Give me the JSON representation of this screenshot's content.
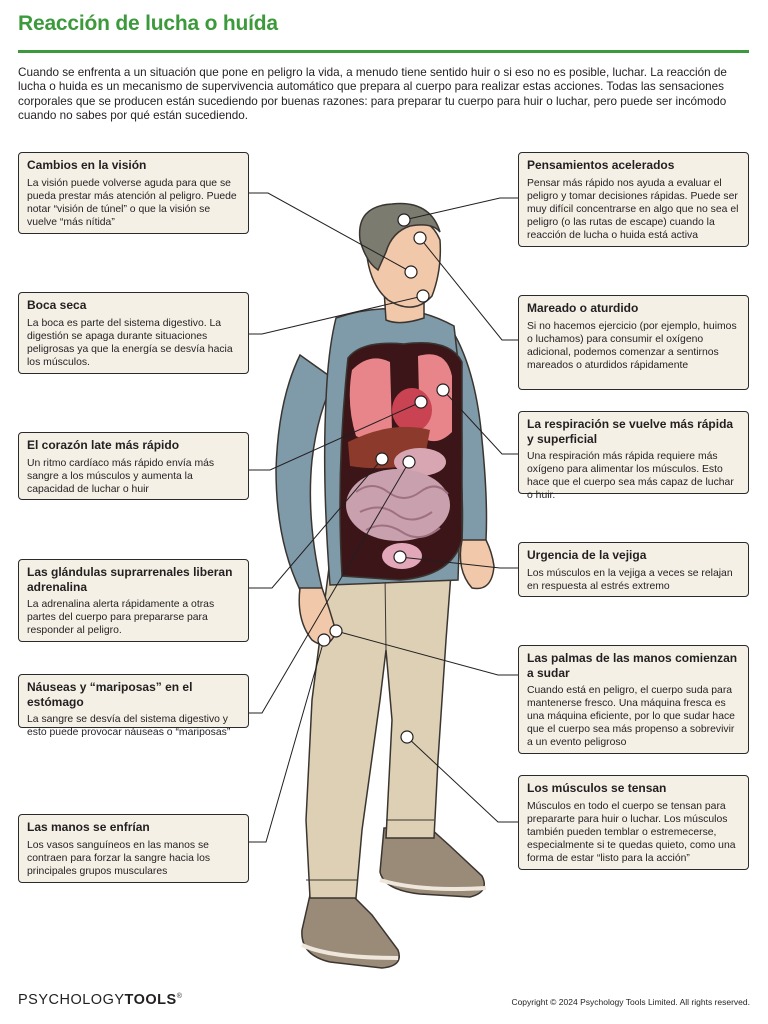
{
  "header": {
    "title": "Reacción de lucha o huída",
    "intro": "Cuando se enfrenta a un situación que pone en peligro la vida, a menudo tiene sentido huir o si eso no es posible, luchar. La reacción de lucha o huida es un mecanismo de supervivencia automático que prepara al cuerpo para realizar estas acciones. Todas las sensaciones corporales que se producen están sucediendo por buenas razones: para preparar tu cuerpo para huir o luchar, pero puede ser incómodo cuando no sabes por qué están sucediendo."
  },
  "left_cards": [
    {
      "title": "Cambios en la visión",
      "text": "La visión puede volverse aguda para que se pueda prestar más atención al peligro. Puede notar “visión de túnel” o que la visión se vuelve “más nítida”"
    },
    {
      "title": "Boca seca",
      "text": "La boca es parte del sistema digestivo. La digestión se apaga durante situaciones peligrosas ya que la energía se desvía hacia los músculos."
    },
    {
      "title": "El corazón late más rápido",
      "text": "Un ritmo cardíaco más rápido envía más sangre a los músculos y aumenta la capacidad de luchar o huir"
    },
    {
      "title": "Las glándulas suprarrenales liberan adrenalina",
      "text": "La adrenalina alerta rápidamente a otras partes del cuerpo para prepararse para responder al peligro."
    },
    {
      "title": "Náuseas y “mariposas” en el estómago",
      "text": "La sangre se desvía del sistema digestivo y esto puede provocar náuseas o “mariposas”"
    },
    {
      "title": "Las manos se enfrían",
      "text": "Los vasos sanguíneos en las manos se contraen para forzar la sangre hacia los principales grupos musculares"
    }
  ],
  "right_cards": [
    {
      "title": "Pensamientos acelerados",
      "text": "Pensar más rápido nos ayuda a evaluar el peligro y tomar decisiones rápidas. Puede ser muy difícil concentrarse en algo que no sea el peligro (o las rutas de escape) cuando la reacción de lucha o huida está activa"
    },
    {
      "title": "Mareado o aturdido",
      "text": "Si no hacemos ejercicio (por ejemplo, huimos o luchamos) para consumir el oxígeno adicional, podemos comenzar a sentirnos mareados o aturdidos rápidamente"
    },
    {
      "title": "La respiración se vuelve más rápida y superficial",
      "text": "Una respiración más rápida requiere más oxígeno para alimentar los músculos. Esto hace que el cuerpo sea más capaz de luchar o huir."
    },
    {
      "title": "Urgencia de la vejiga",
      "text": "Los músculos en la vejiga a veces se relajan en respuesta al estrés extremo"
    },
    {
      "title": "Las palmas de las manos comienzan a sudar",
      "text": "Cuando está en peligro, el cuerpo suda para mantenerse fresco. Una máquina fresca es una máquina eficiente, por lo que sudar hace que el cuerpo sea más propenso a sobrevivir a un evento peligroso"
    },
    {
      "title": "Los músculos se tensan",
      "text": "Músculos en todo el cuerpo se tensan para prepararte para huir o luchar. Los músculos también pueden temblar o estremecerse, especialmente si te quedas quieto, como una forma de estar “listo para la acción”"
    }
  ],
  "footer": {
    "logo_part1": "PSYCHOLOGY",
    "logo_part2": "TOOLS",
    "logo_mark": "®",
    "copyright": "Copyright © 2024 Psychology Tools Limited. All rights reserved."
  },
  "colors": {
    "accent": "#3d9a3c",
    "card_bg": "#f4f0e6",
    "sweater": "#7f9aa8",
    "pants": "#ddd0b4",
    "skin": "#f1c8aa",
    "hair": "#7b7b70"
  }
}
